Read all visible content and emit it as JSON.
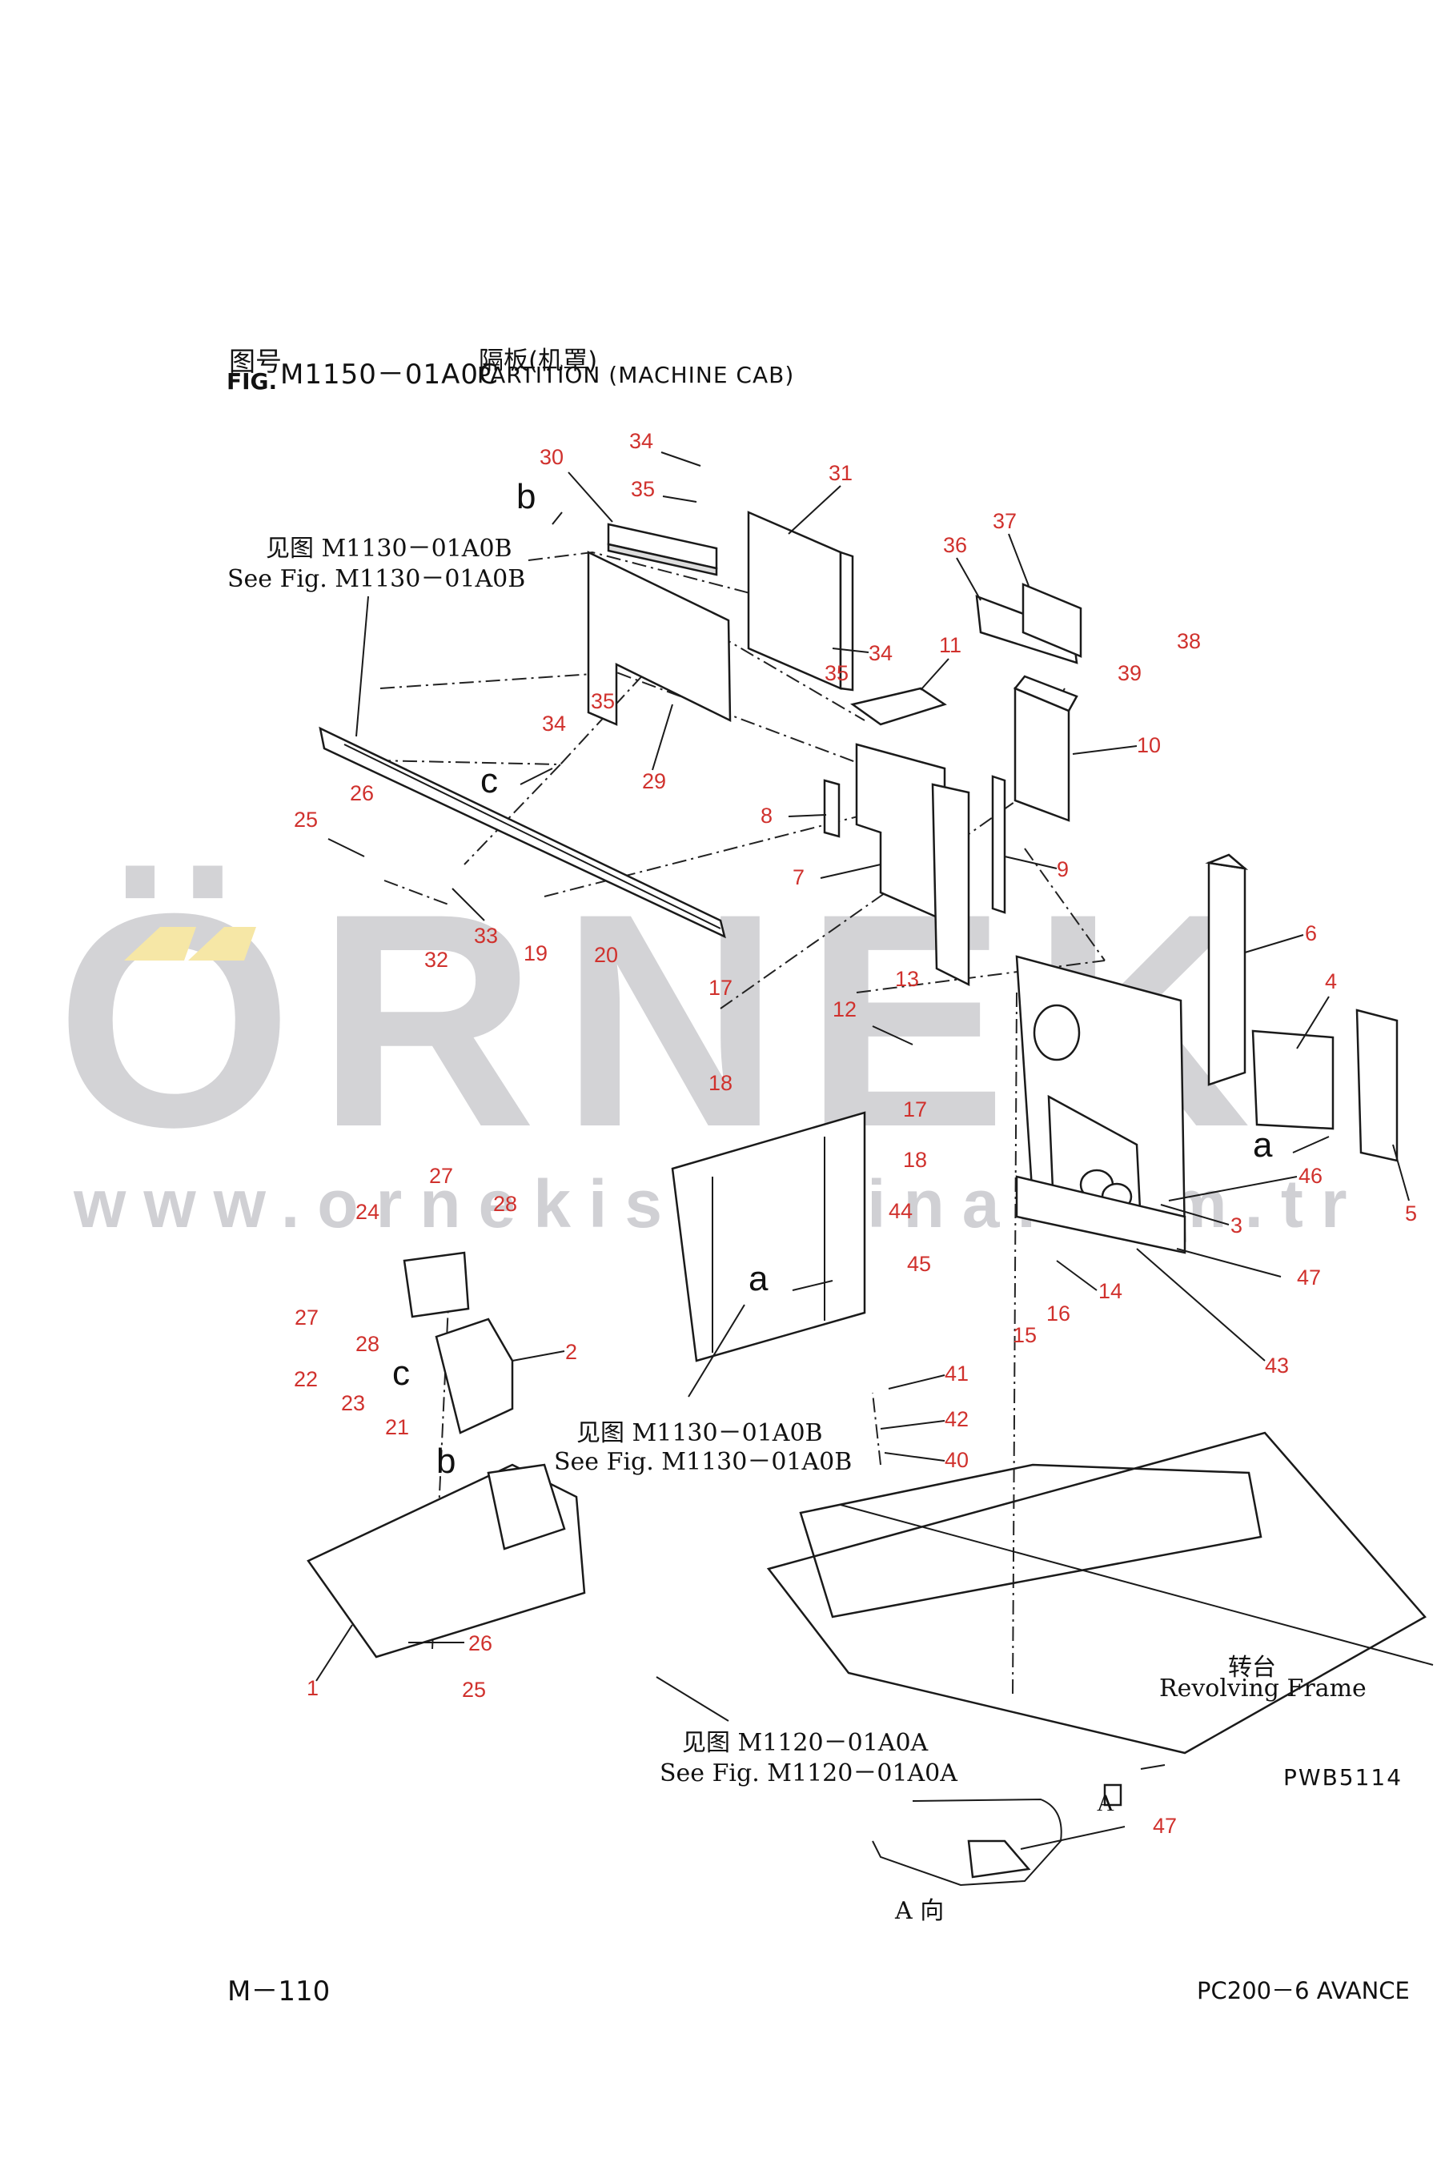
{
  "header": {
    "fig_cn_label": "图号",
    "fig_label": "FIG.",
    "fig_number": "M1150－01A0C",
    "title_cn": "隔板(机罩)",
    "title_en": "PARTITION (MACHINE CAB)"
  },
  "watermark": {
    "word": "ÖRNEK",
    "url": "www.ornekismakina.com.tr",
    "accent_color": "#f6e7a6",
    "color": "#d3d3d6"
  },
  "references": [
    {
      "cn": "见图 M1130－01A0B",
      "en": "See Fig. M1130－01A0B"
    },
    {
      "cn": "见图 M1130－01A0B",
      "en": "See Fig. M1130－01A0B"
    },
    {
      "cn": "见图 M1120－01A0A",
      "en": "See Fig. M1120－01A0A"
    },
    {
      "cn": "转台",
      "en": "Revolving Frame"
    }
  ],
  "view_labels": [
    "a",
    "a",
    "b",
    "b",
    "c",
    "c",
    "A"
  ],
  "view_caption": "A 向",
  "drawing_code": "PWB5114",
  "callouts": [
    "34",
    "30",
    "35",
    "31",
    "37",
    "36",
    "38",
    "39",
    "34",
    "35",
    "35",
    "11",
    "34",
    "29",
    "10",
    "8",
    "26",
    "25",
    "9",
    "7",
    "6",
    "33",
    "32",
    "19",
    "20",
    "4",
    "17",
    "13",
    "12",
    "18",
    "17",
    "18",
    "46",
    "44",
    "3",
    "5",
    "45",
    "47",
    "14",
    "27",
    "28",
    "24",
    "16",
    "15",
    "27",
    "43",
    "2",
    "28",
    "22",
    "23",
    "21",
    "41",
    "42",
    "40",
    "26",
    "25",
    "1",
    "47"
  ],
  "footer": {
    "page": "M－110",
    "model": "PC200－6 AVANCE"
  }
}
